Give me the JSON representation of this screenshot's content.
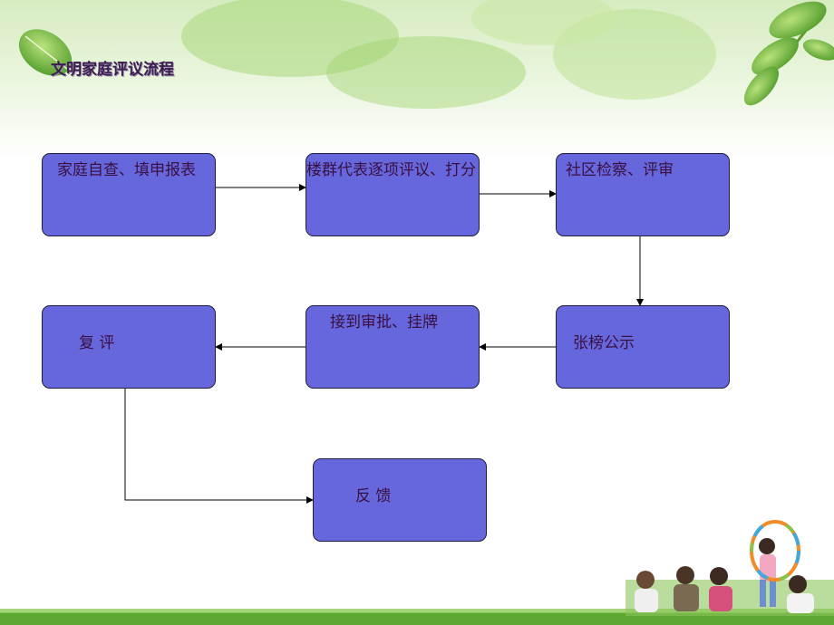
{
  "title": "文明家庭评议流程",
  "steps": {
    "self_check": "家庭自查、填申报表",
    "building_review": "楼群代表逐项评议、打分",
    "community_review": "社区检察、评审",
    "publicity": "张榜公示",
    "approval": "接到审批、挂牌",
    "re_review": "复 评",
    "feedback": "反 馈"
  },
  "colors": {
    "box_fill": "#6666dd",
    "box_text": "#3a1040",
    "leaf_green": "#7cc440",
    "grass_green": "#5da832"
  }
}
